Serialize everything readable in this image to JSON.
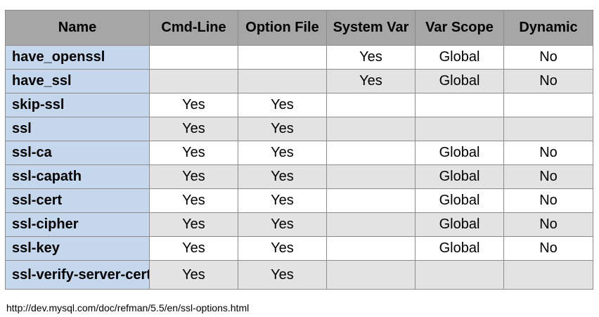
{
  "table": {
    "headers": [
      "Name",
      "Cmd-Line",
      "Option File",
      "System Var",
      "Var Scope",
      "Dynamic"
    ],
    "rows": [
      [
        "have_openssl",
        "",
        "",
        "Yes",
        "Global",
        "No"
      ],
      [
        "have_ssl",
        "",
        "",
        "Yes",
        "Global",
        "No"
      ],
      [
        "skip-ssl",
        "Yes",
        "Yes",
        "",
        "",
        ""
      ],
      [
        "ssl",
        "Yes",
        "Yes",
        "",
        "",
        ""
      ],
      [
        "ssl-ca",
        "Yes",
        "Yes",
        "",
        "Global",
        "No"
      ],
      [
        "ssl-capath",
        "Yes",
        "Yes",
        "",
        "Global",
        "No"
      ],
      [
        "ssl-cert",
        "Yes",
        "Yes",
        "",
        "Global",
        "No"
      ],
      [
        "ssl-cipher",
        "Yes",
        "Yes",
        "",
        "Global",
        "No"
      ],
      [
        "ssl-key",
        "Yes",
        "Yes",
        "",
        "Global",
        "No"
      ],
      [
        "ssl-verify-server-cert",
        "Yes",
        "Yes",
        "",
        "",
        ""
      ]
    ]
  },
  "source_url": "http://dev.mysql.com/doc/refman/5.5/en/ssl-options.html",
  "colors": {
    "header_bg": "#a6a6a6",
    "name_col_bg": "#c5d7ec",
    "row_alt_bg": "#e3e3e3",
    "border": "#8c8c8c"
  }
}
